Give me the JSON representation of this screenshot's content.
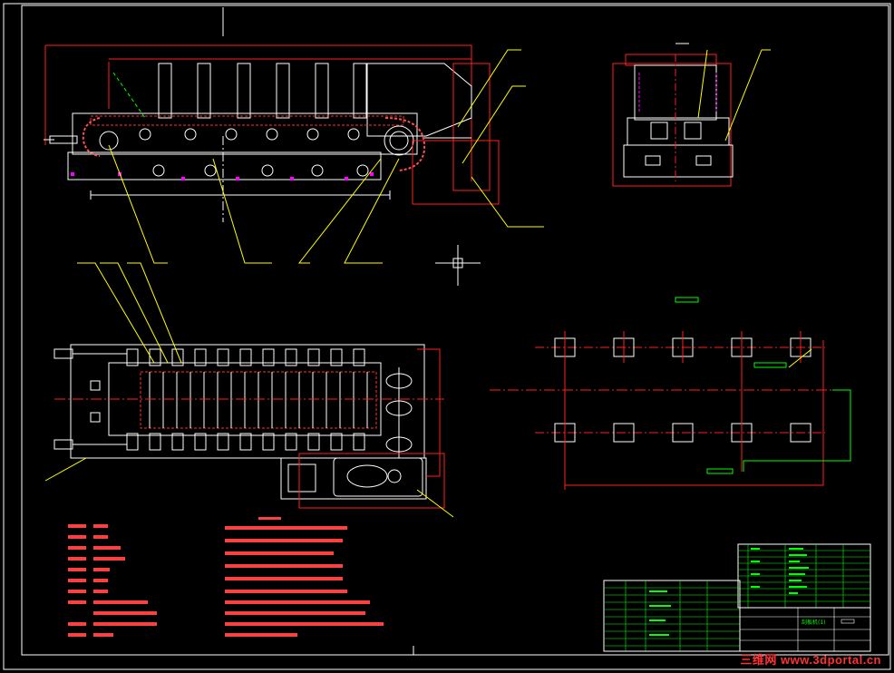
{
  "colors": {
    "background": "#000000",
    "border": "#ffffff",
    "outline": "#ff2020",
    "center_line": "#ff2020",
    "leader": "#ffff00",
    "dimension": "#00ff00",
    "hidden": "#ff00ff",
    "table_text": "#00ff00"
  },
  "drawing": {
    "views": [
      "front-elevation",
      "side-view",
      "plan-view",
      "foundation-layout"
    ]
  },
  "title_block": {
    "title": "刮板机(1)"
  },
  "watermark": {
    "logo": "三维网",
    "url": "www.3dportal.cn"
  }
}
